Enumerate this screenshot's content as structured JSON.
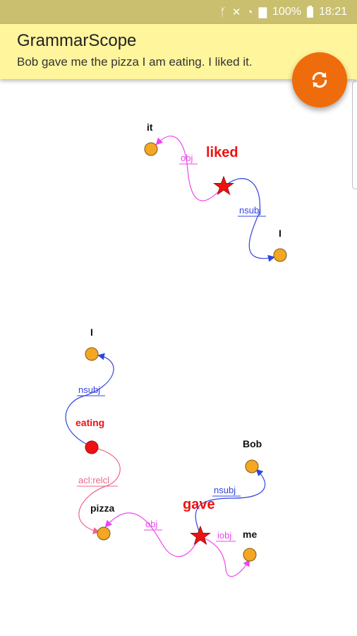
{
  "status_bar": {
    "battery_text": "100%",
    "time": "18:21",
    "icons": [
      "bluetooth-icon",
      "mute-icon",
      "wifi-icon",
      "signal-icon",
      "battery-icon"
    ]
  },
  "app_bar": {
    "title": "GrammarScope",
    "subtitle": "Bob gave me the pizza I am eating. I liked it."
  },
  "fab": {
    "icon": "refresh-icon",
    "color": "#ef6c0c"
  },
  "colors": {
    "obj": "#ee44ee",
    "nsubj": "#3344dd",
    "acl": "#ee6688",
    "node": "#f5a623",
    "root": "#ee1111"
  },
  "graph": {
    "words": {
      "it": "it",
      "liked": "liked",
      "I_top": "I",
      "I_mid": "I",
      "eating": "eating",
      "pizza": "pizza",
      "gave": "gave",
      "bob": "Bob",
      "me": "me"
    },
    "edges": {
      "obj1": "obj",
      "nsubj1": "nsubj",
      "nsubj2": "nsubj",
      "aclrelcl": "acl:relcl",
      "obj2": "obj",
      "nsubj3": "nsubj",
      "iobj": "iobj"
    }
  }
}
